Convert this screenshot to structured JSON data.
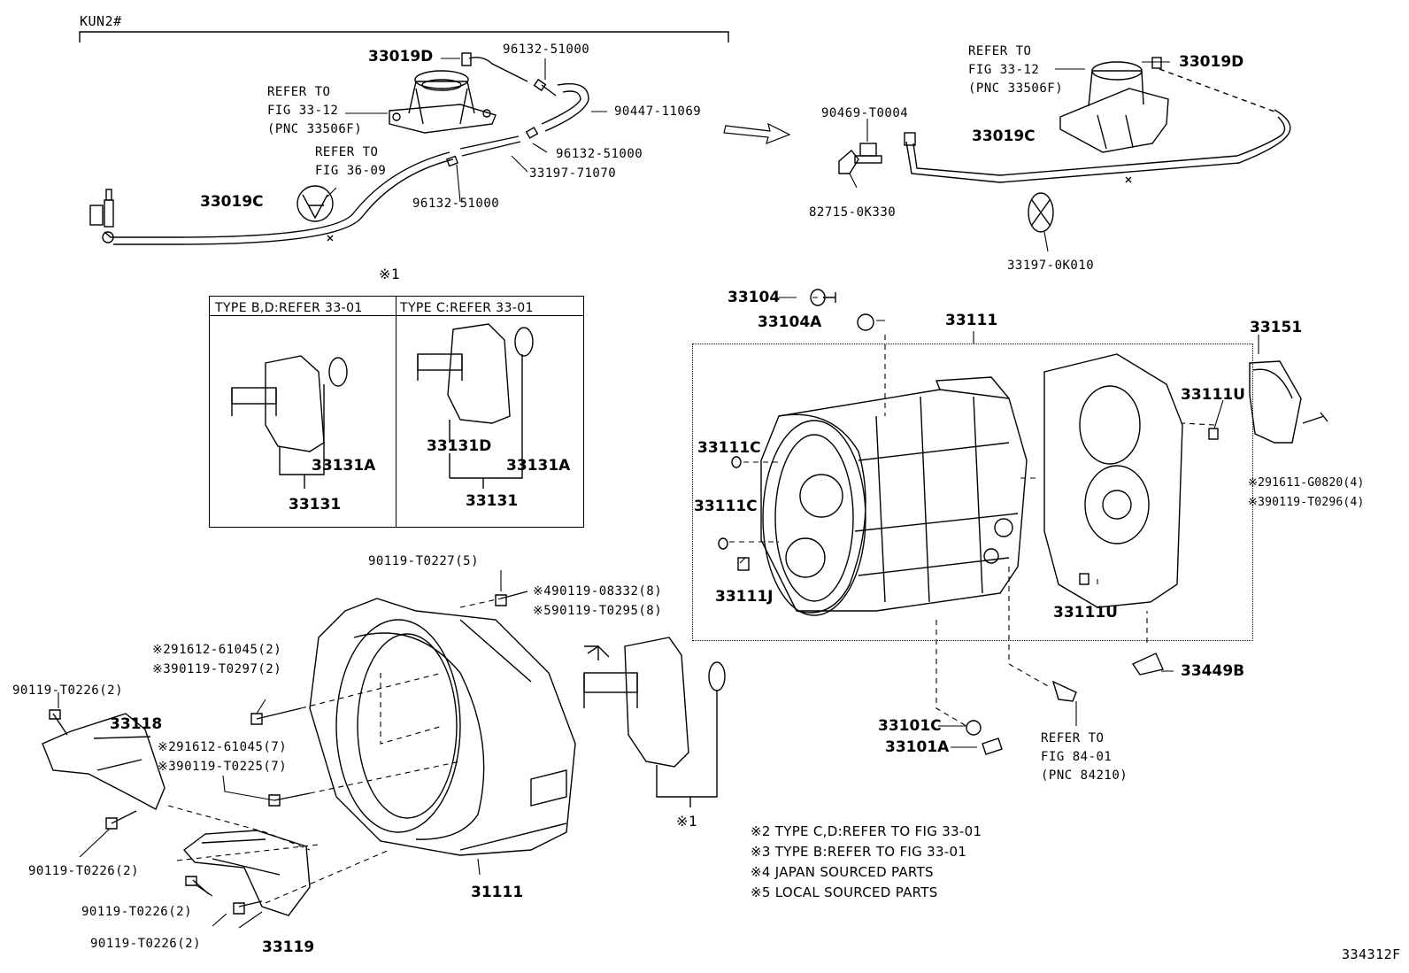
{
  "model_label": "KUN2#",
  "drawing_number": "334312F",
  "inset_marker": "※1",
  "inset_headers": [
    "TYPE B,D:REFER 33-01",
    "TYPE C:REFER 33-01"
  ],
  "refer_blocks": {
    "r1": [
      "REFER TO",
      "FIG 33-12",
      "(PNC 33506F)"
    ],
    "r2": [
      "REFER TO",
      "FIG 36-09"
    ],
    "r3": [
      "REFER TO",
      "FIG 33-12",
      "(PNC 33506F)"
    ],
    "r4": [
      "REFER TO",
      "FIG 84-01",
      "(PNC 84210)"
    ]
  },
  "part_labels": {
    "p33019D_a": "33019D",
    "p96132_a": "96132-51000",
    "p90447": "90447-11069",
    "p96132_b": "96132-51000",
    "p33197_71070": "33197-71070",
    "p33019C_a": "33019C",
    "p96132_c": "96132-51000",
    "p33019D_b": "33019D",
    "p90469": "90469-T0004",
    "p33019C_b": "33019C",
    "p82715": "82715-0K330",
    "p33197_0K010": "33197-0K010",
    "p33104": "33104",
    "p33104A": "33104A",
    "p33111_top": "33111",
    "p33151": "33151",
    "p33111U_a": "33111U",
    "p33111C_a": "33111C",
    "p33111C_b": "33111C",
    "p33111J": "33111J",
    "p33111U_b": "33111U",
    "p291611": "※291611-G0820(4)",
    "p390119_T0296": "※390119-T0296(4)",
    "p33449B": "33449B",
    "p33101C": "33101C",
    "p33101A": "33101A",
    "p33131A_a": "33131A",
    "p33131_a": "33131",
    "p33131D": "33131D",
    "p33131A_b": "33131A",
    "p33131_b": "33131",
    "p90119_T0227": "90119-T0227(5)",
    "p490119": "※490119-08332(8)",
    "p590119": "※590119-T0295(8)",
    "p291612_a": "※291612-61045(2)",
    "p390119_T0297": "※390119-T0297(2)",
    "p90119_T0226_a": "90119-T0226(2)",
    "p33118": "33118",
    "p291612_b": "※291612-61045(7)",
    "p390119_T0225": "※390119-T0225(7)",
    "p90119_T0226_b": "90119-T0226(2)",
    "p90119_T0226_c": "90119-T0226(2)",
    "p90119_T0226_d": "90119-T0226(2)",
    "p33119": "33119",
    "p31111": "31111",
    "p_x1": "※1"
  },
  "notes": [
    "※2 TYPE C,D:REFER TO FIG 33-01",
    "※3 TYPE B:REFER TO FIG 33-01",
    "※4 JAPAN SOURCED PARTS",
    "※5 LOCAL SOURCED PARTS"
  ]
}
